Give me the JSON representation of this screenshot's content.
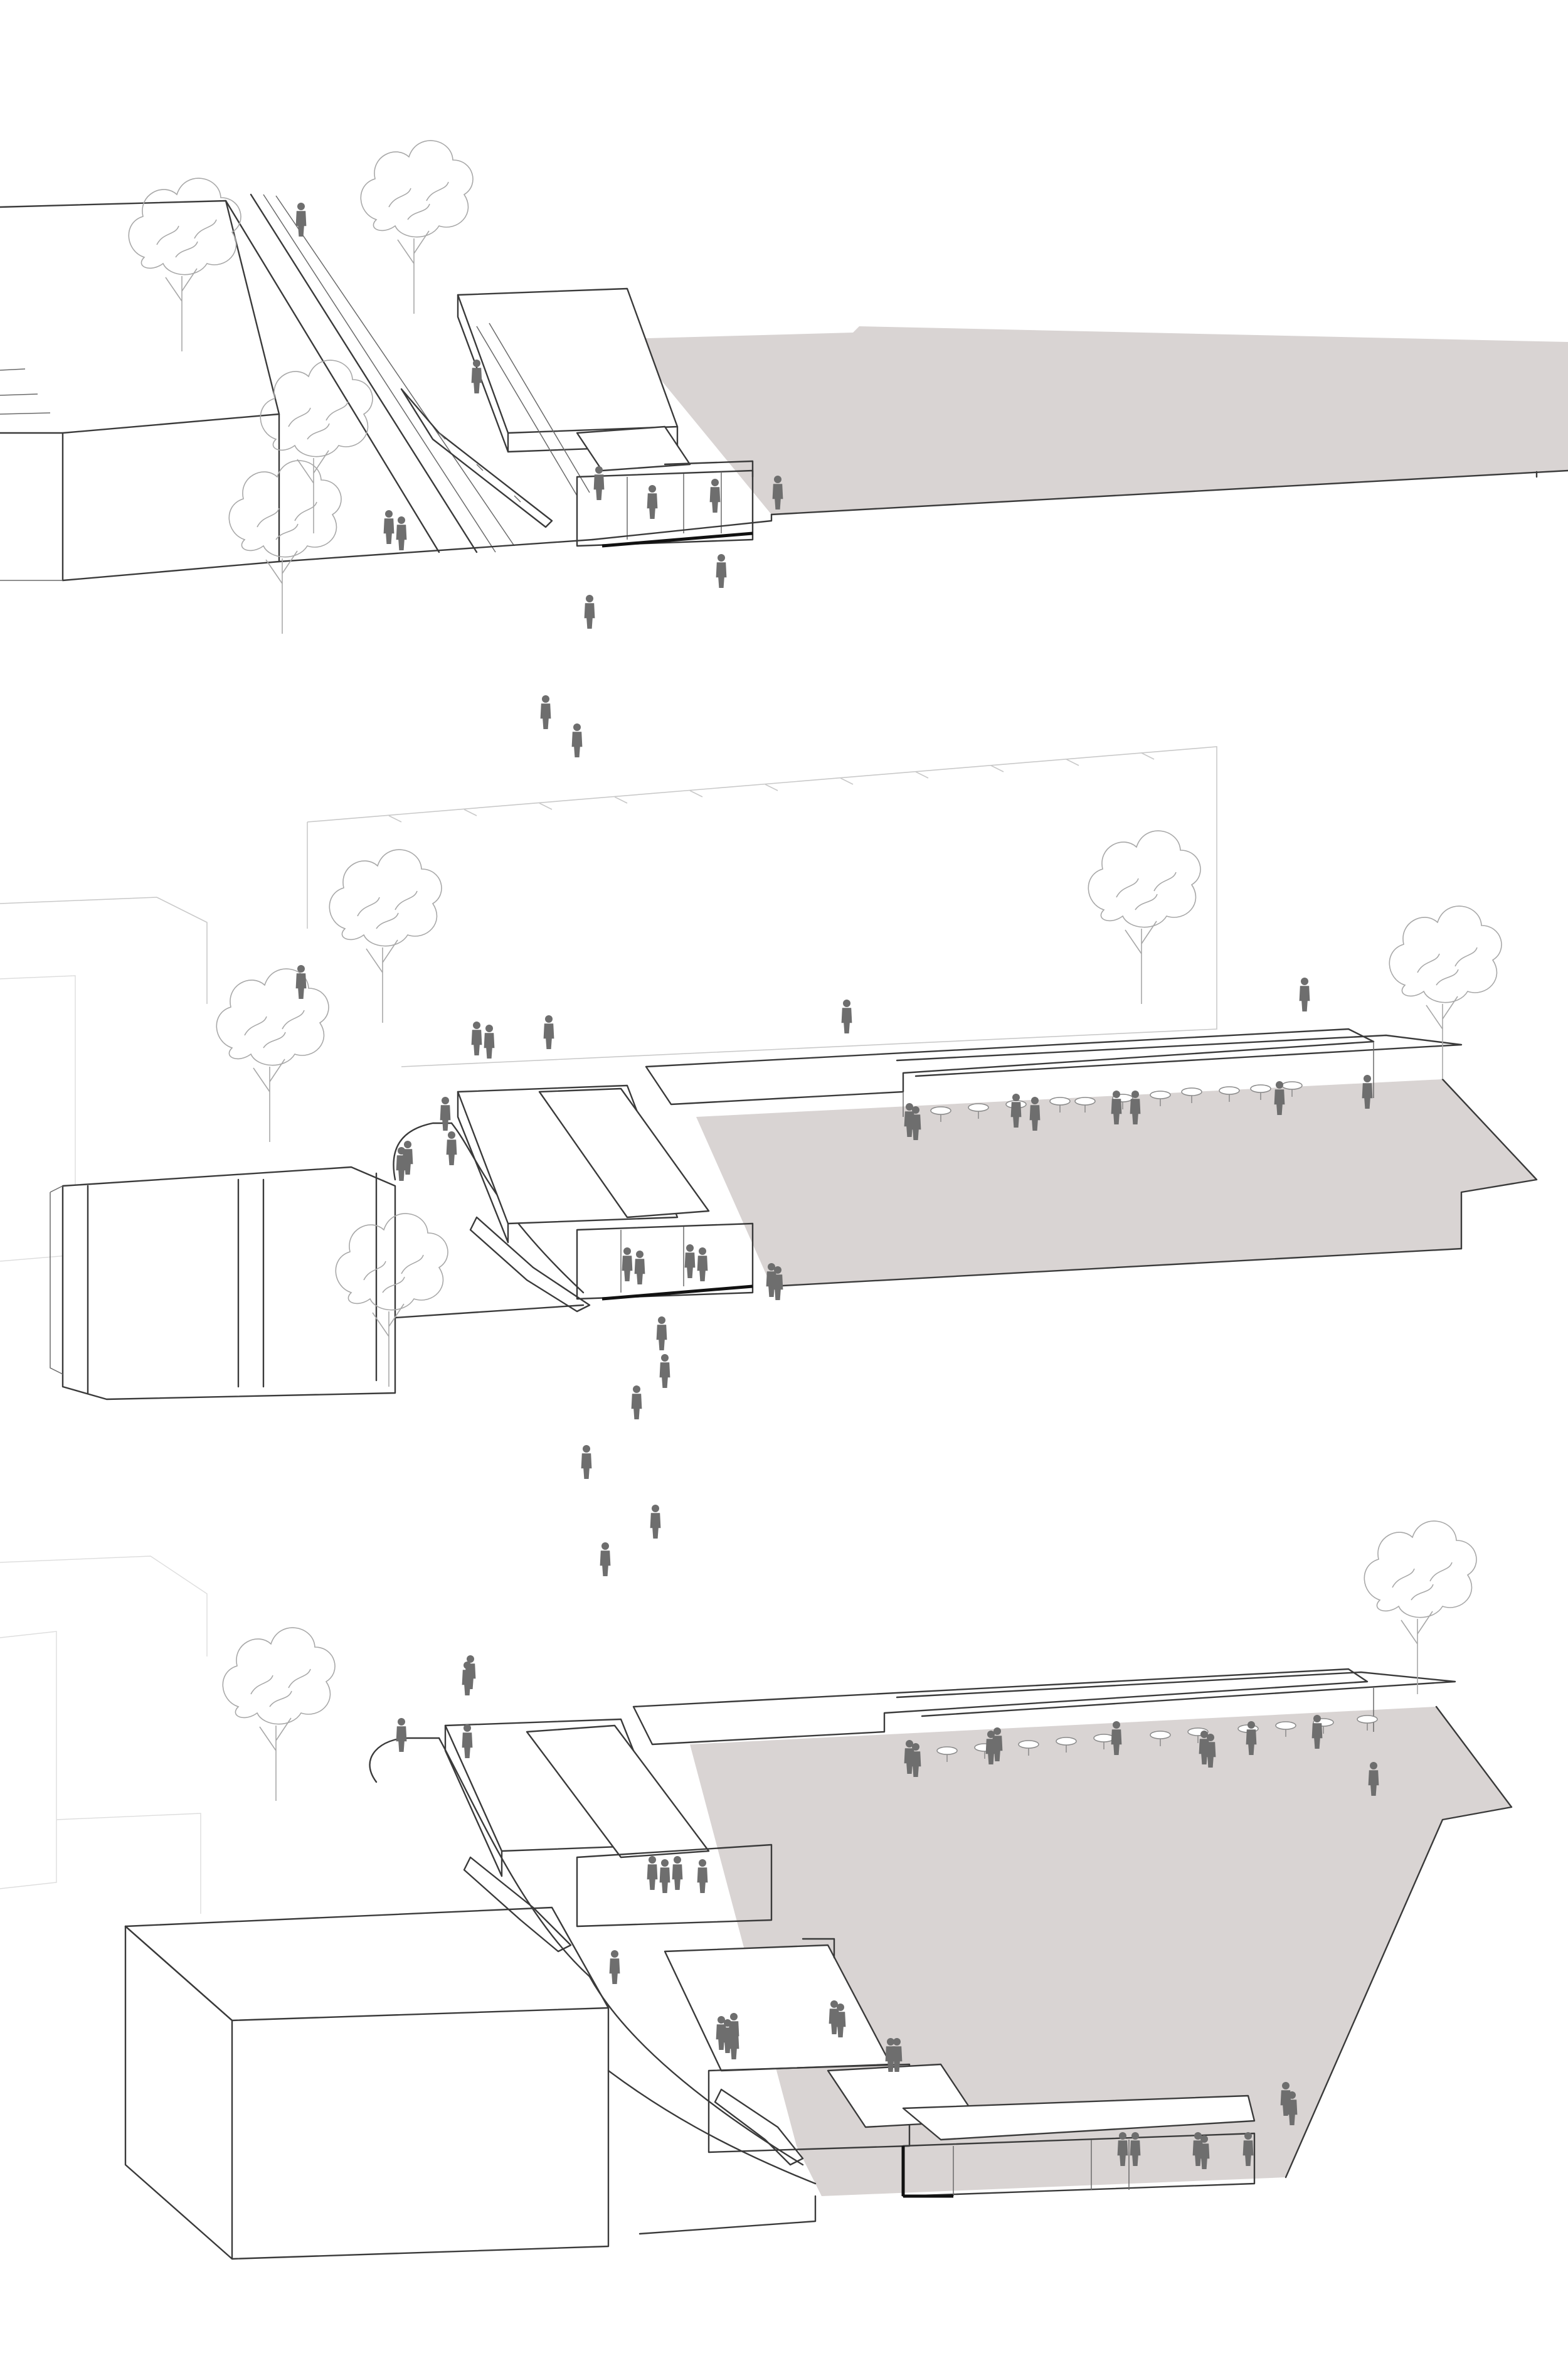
{
  "sheet": {
    "background": "#ffffff",
    "plaza_fill": "#d9d4d3",
    "line_color": "#3a3a3a",
    "ghost_line_color": "#c9c9c9",
    "figure_color": "#6e6e6e",
    "heavy_line_color": "#111111"
  },
  "stages": [
    {
      "key": "stage-1",
      "people_count": 12
    },
    {
      "key": "stage-2",
      "people_count": 30
    },
    {
      "key": "stage-3",
      "people_count": 34
    }
  ],
  "icons": {
    "tree": "tree-icon",
    "person": "person-icon",
    "tram": "tram-icon",
    "table": "table-icon"
  }
}
